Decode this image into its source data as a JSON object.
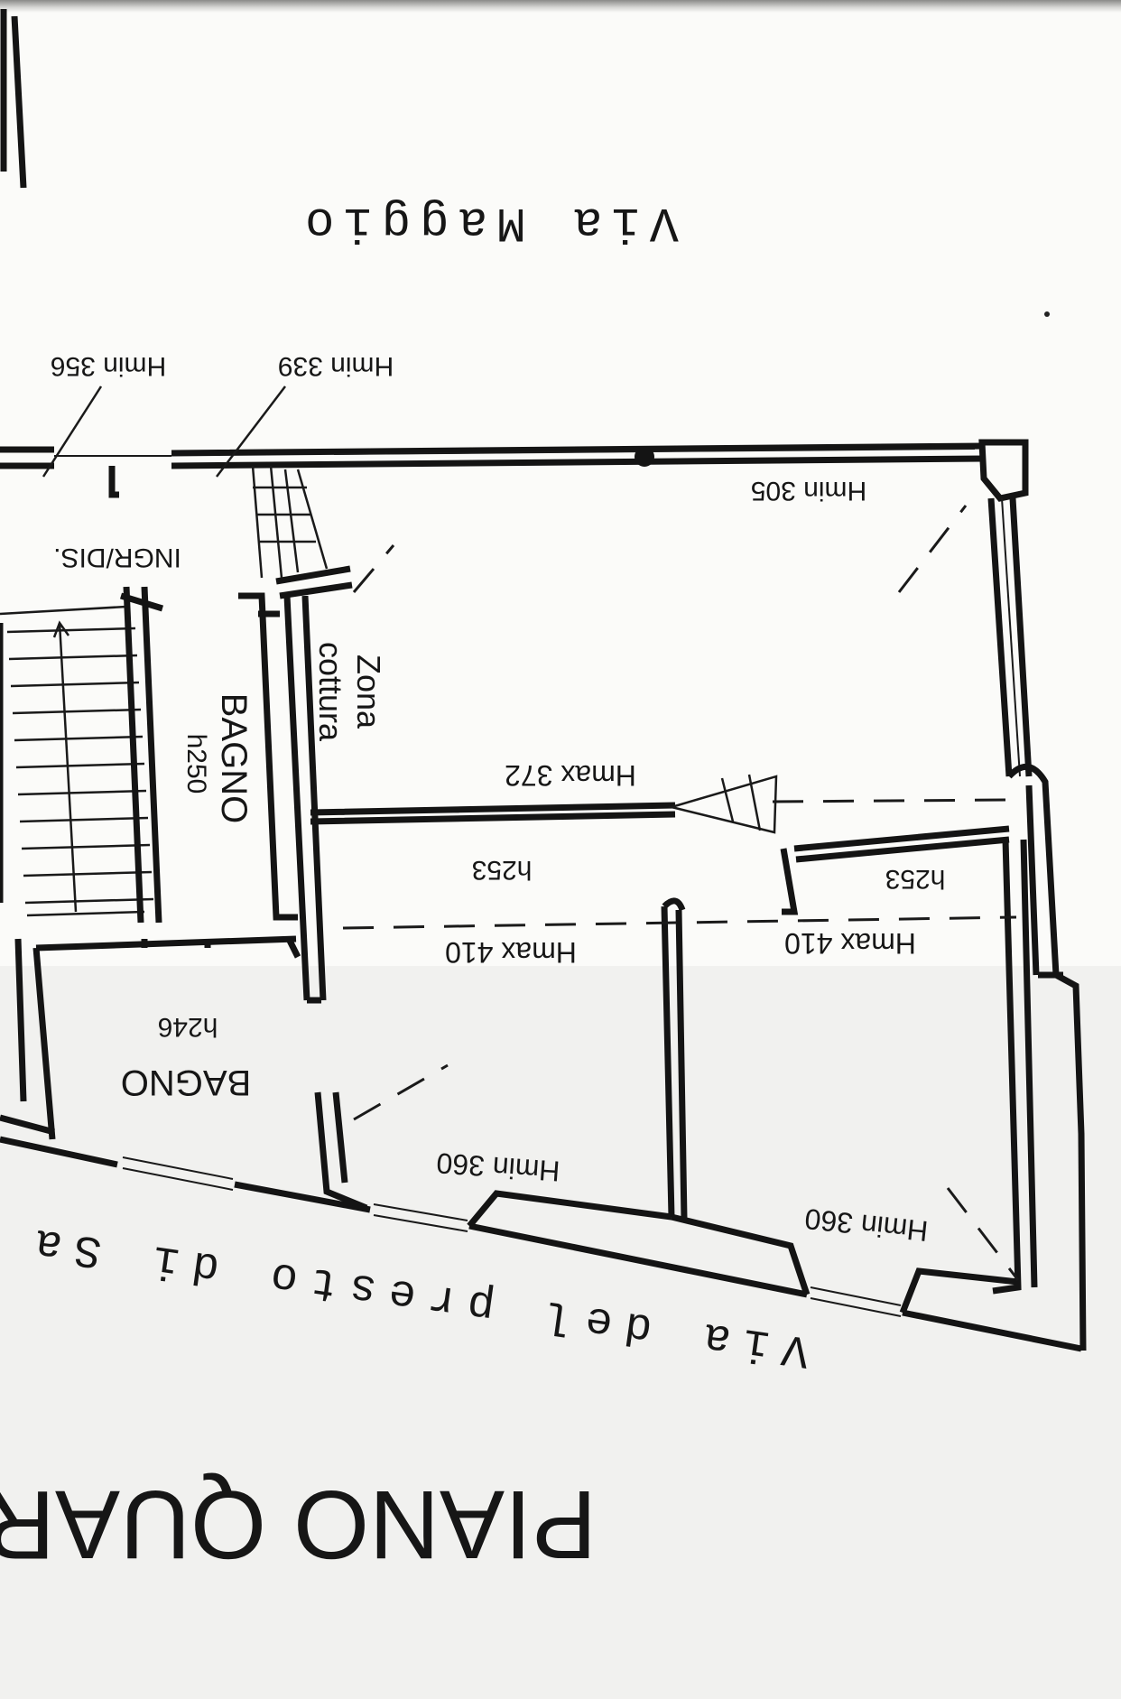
{
  "streets": {
    "north": "Via Maggio",
    "south": "Via del presto di Sa"
  },
  "floor_title": "PIANO QUART",
  "rooms": {
    "entrance": "INGR/DIS.",
    "kitchen_line1": "Zona",
    "kitchen_line2": "cottura",
    "bath_upper": "BAGNO",
    "bath_upper_height": "h250",
    "bath_lower": "BAGNO",
    "bath_lower_height": "h246",
    "room_mid_height": "h253",
    "room_right_height": "h253"
  },
  "heights": {
    "hmin_356": "Hmin 356",
    "hmin_339": "Hmin 339",
    "hmin_305": "Hmin 305",
    "hmax_372": "Hmax 372",
    "hmax_410_left": "Hmax 410",
    "hmax_410_right": "Hmax 410",
    "hmin_360_left": "Hmin 360",
    "hmin_360_right": "Hmin 360"
  }
}
